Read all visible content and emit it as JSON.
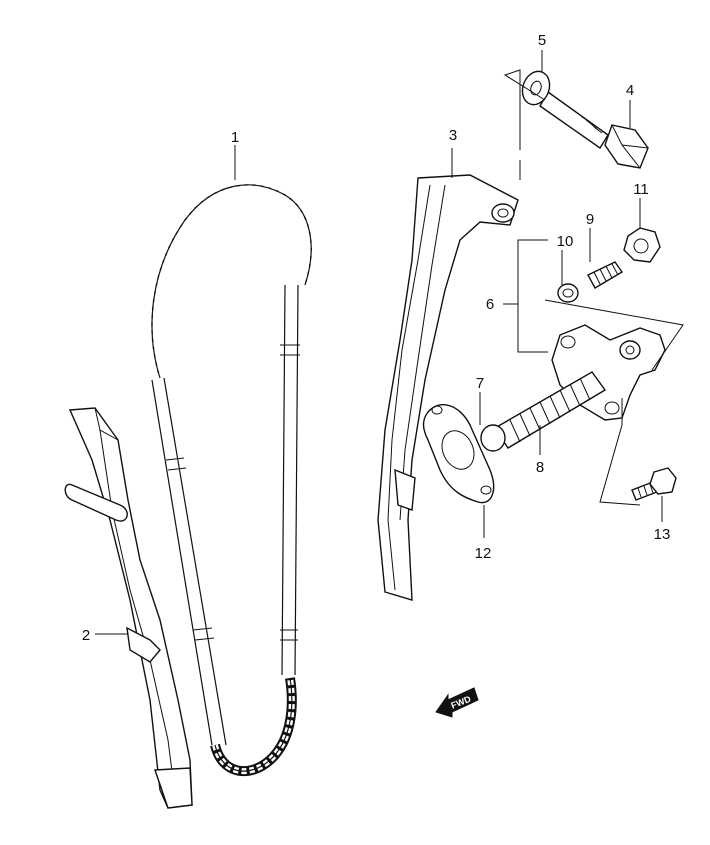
{
  "callouts": [
    {
      "id": "1",
      "label": "1"
    },
    {
      "id": "2",
      "label": "2"
    },
    {
      "id": "3",
      "label": "3"
    },
    {
      "id": "4",
      "label": "4"
    },
    {
      "id": "5",
      "label": "5"
    },
    {
      "id": "6",
      "label": "6"
    },
    {
      "id": "7",
      "label": "7"
    },
    {
      "id": "8",
      "label": "8"
    },
    {
      "id": "9",
      "label": "9"
    },
    {
      "id": "10",
      "label": "10"
    },
    {
      "id": "11",
      "label": "11"
    },
    {
      "id": "12",
      "label": "12"
    },
    {
      "id": "13",
      "label": "13"
    }
  ],
  "fwd_marker": {
    "label": "FWD"
  }
}
